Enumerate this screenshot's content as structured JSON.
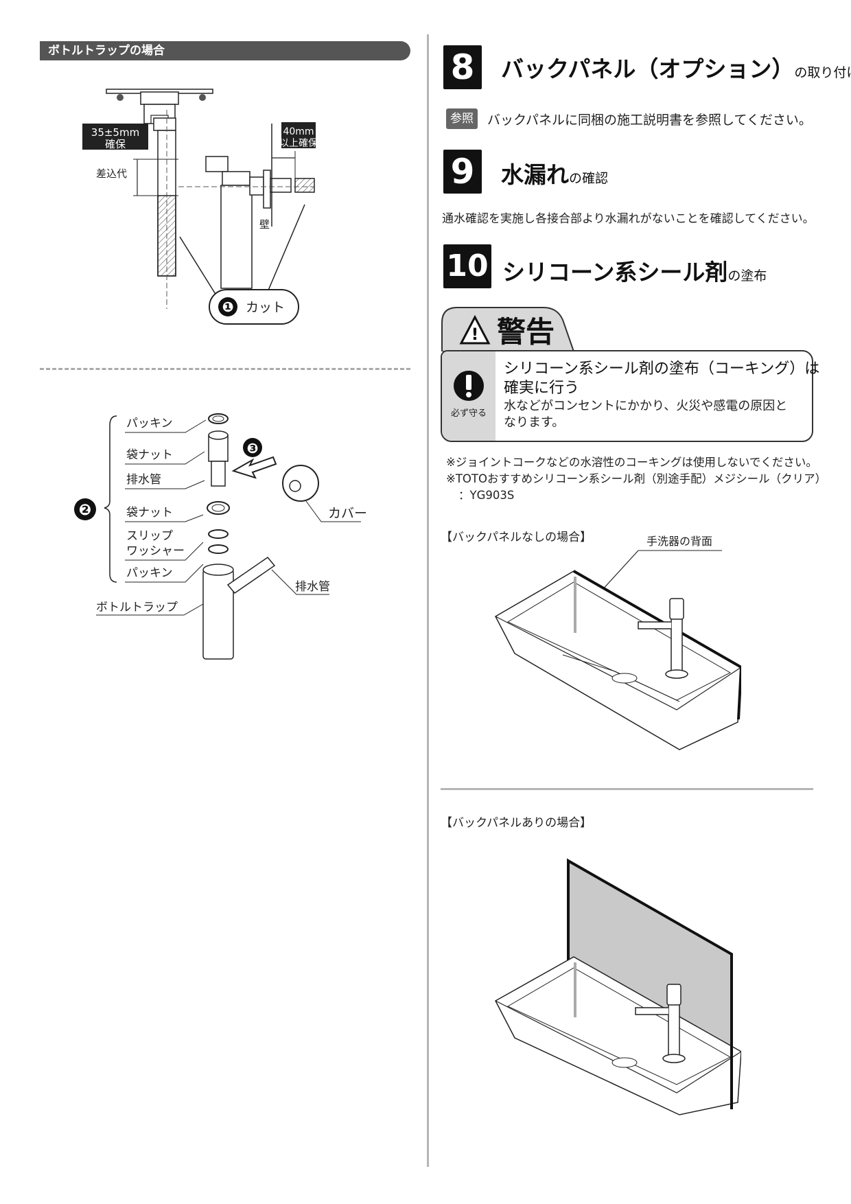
{
  "left": {
    "section_title": "ボトルトラップの場合",
    "fig1": {
      "dim1_line1": "35±5mm",
      "dim1_line2": "確保",
      "dim2_line1": "40mm",
      "dim2_line2": "以上確保",
      "insert_label": "差込代",
      "wall_label": "壁",
      "callout_num": "❶",
      "callout_label": "カット"
    },
    "fig2": {
      "group_num": "❷",
      "arrow_num": "❸",
      "parts": [
        "パッキン",
        "袋ナット",
        "排水管",
        "袋ナット",
        "スリップ",
        "ワッシャー",
        "パッキン"
      ],
      "cover_label": "カバー",
      "drain_label": "排水管",
      "trap_label": "ボトルトラップ"
    }
  },
  "right": {
    "step8": {
      "num": "8",
      "title": "バックパネル（オプション）",
      "suffix": "の取り付け"
    },
    "ref": {
      "badge": "参照",
      "text": "バックパネルに同梱の施工説明書を参照してください。"
    },
    "step9": {
      "num": "9",
      "title": "水漏れ",
      "suffix": "の確認",
      "body": "通水確認を実施し各接合部より水漏れがないことを確認してください。"
    },
    "step10": {
      "num": "10",
      "title": "シリコーン系シール剤",
      "suffix": "の塗布"
    },
    "warning": {
      "tab": "警告",
      "icon_label": "必ず守る",
      "head_line1": "シリコーン系シール剤の塗布（コーキング）は",
      "head_line2": "確実に行う",
      "body_line1": "水などがコンセントにかかり、火災や感電の原因と",
      "body_line2": "なります。"
    },
    "notes": [
      "※ジョイントコークなどの水溶性のコーキングは使用しないでください。",
      "※TOTOおすすめシリコーン系シール剤（別途手配）メジシール（クリア）",
      "：YG903S"
    ],
    "case1": {
      "title": "【バックパネルなしの場合】",
      "callout": "手洗器の背面"
    },
    "case2": {
      "title": "【バックパネルありの場合】"
    }
  }
}
